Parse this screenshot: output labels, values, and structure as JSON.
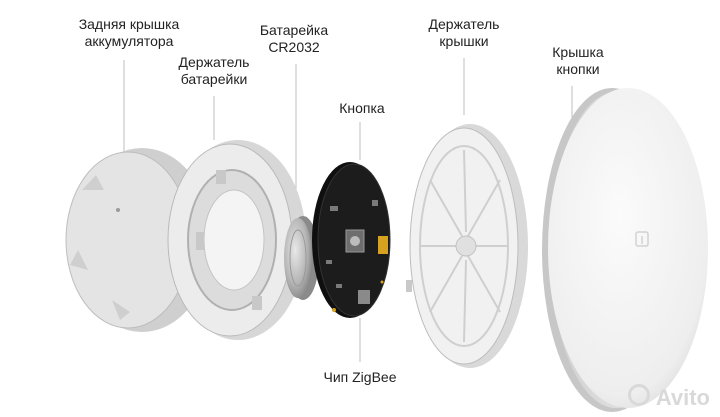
{
  "labels": {
    "back_cover": [
      "Задняя крышка",
      "аккумулятора"
    ],
    "battery_holder": [
      "Держатель",
      "батарейки"
    ],
    "battery": [
      "Батарейка",
      "CR2032"
    ],
    "button": [
      "Кнопка"
    ],
    "cover_holder": [
      "Держатель",
      "крышки"
    ],
    "button_cover": [
      "Крышка",
      "кнопки"
    ],
    "chip": [
      "Чип ZigBee"
    ]
  },
  "watermark": "Avito",
  "colors": {
    "plastic": "#e6e6e6",
    "plastic_shadow": "#c9c9c9",
    "pcb": "#1a1a1a",
    "leader_line": "#bfbfbf",
    "text": "#222222"
  }
}
